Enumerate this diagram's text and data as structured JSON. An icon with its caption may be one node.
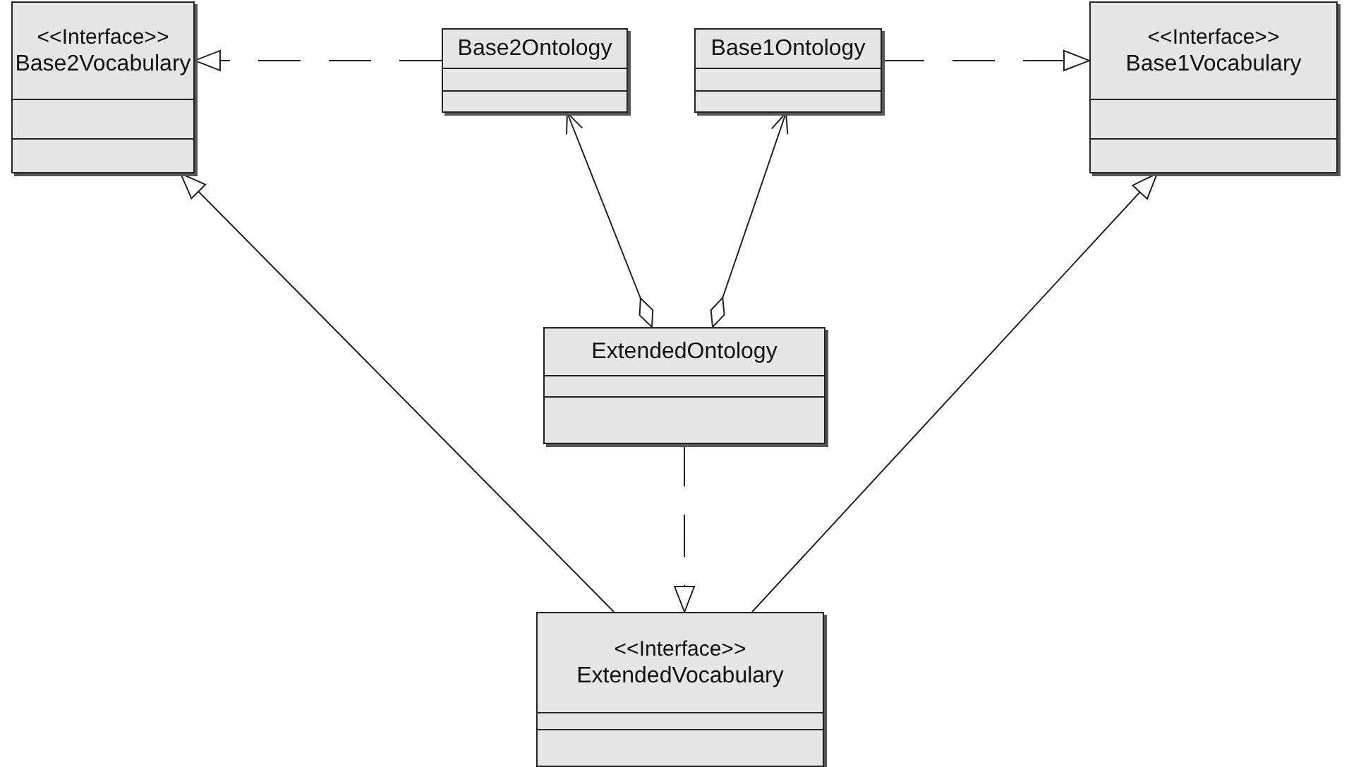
{
  "diagram": {
    "nodes": [
      {
        "text": [
          "<<Interface>>",
          "Base2Vocabulary"
        ]
      },
      {
        "text": [
          "Base2Ontology"
        ]
      },
      {
        "text": [
          "Base1Ontology"
        ]
      },
      {
        "text": [
          "<<Interface>>",
          "Base1Vocabulary"
        ]
      },
      {
        "text": [
          "ExtendedOntology"
        ]
      },
      {
        "text": [
          "<<Interface>>",
          "ExtendedVocabulary"
        ]
      }
    ],
    "edges": [
      {
        "from": 1,
        "to": 0,
        "arrow": "to",
        "style": "dashed"
      },
      {
        "from": 2,
        "to": 3,
        "arrow": "to",
        "style": "dashed"
      },
      {
        "from": 4,
        "to": 1,
        "arrow": "to"
      },
      {
        "from": 4,
        "to": 2,
        "arrow": "to"
      },
      {
        "from": 4,
        "to": 5,
        "arrow": "to",
        "style": "dashed"
      },
      {
        "from": 5,
        "to": 0,
        "arrow": "to"
      },
      {
        "from": 5,
        "to": 3,
        "arrow": "to"
      }
    ]
  }
}
